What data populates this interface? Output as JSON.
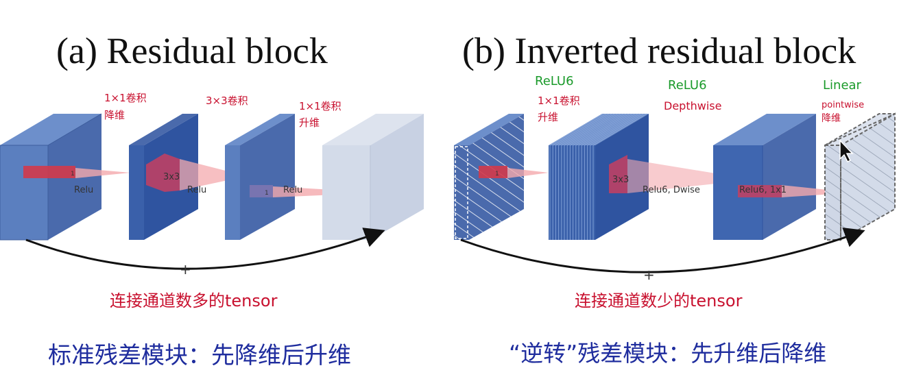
{
  "colors": {
    "block": "#5b7fbf",
    "block_dark": "#2f54a0",
    "block_side": "#4a6aac",
    "block_top": "#6d8fcb",
    "light_block": "#d3dbe9",
    "red_annot": "#c8102e",
    "green_annot": "#1a9a2a",
    "blue_annot": "#1f2d9e",
    "black": "#111111"
  },
  "panel_a": {
    "title": "(a) Residual block",
    "annot_1": [
      "1×1卷积",
      "降维"
    ],
    "annot_2": "3×3卷积",
    "annot_3": [
      "1×1卷积",
      "升维"
    ],
    "relu_labels": [
      "Relu",
      "Relu",
      "Relu"
    ],
    "kernel_labels": [
      "1",
      "3x3",
      "1"
    ],
    "plus": "+",
    "connect_note": "连接通道数多的tensor",
    "summary": "标准残差模块：先降维后升维"
  },
  "panel_b": {
    "title": "(b) Inverted residual block",
    "act_1": "ReLU6",
    "act_2": "ReLU6",
    "act_3": "Linear",
    "annot_1": [
      "1×1卷积",
      "升维"
    ],
    "annot_2": "Depthwise",
    "annot_3": [
      "pointwise",
      "降维"
    ],
    "kernel_labels": [
      "1",
      "3x3"
    ],
    "layer_labels": [
      "Relu6, Dwise",
      "Relu6, 1x1"
    ],
    "plus": "+",
    "connect_note": "连接通道数少的tensor",
    "summary": "“逆转”残差模块：先升维后降维"
  }
}
